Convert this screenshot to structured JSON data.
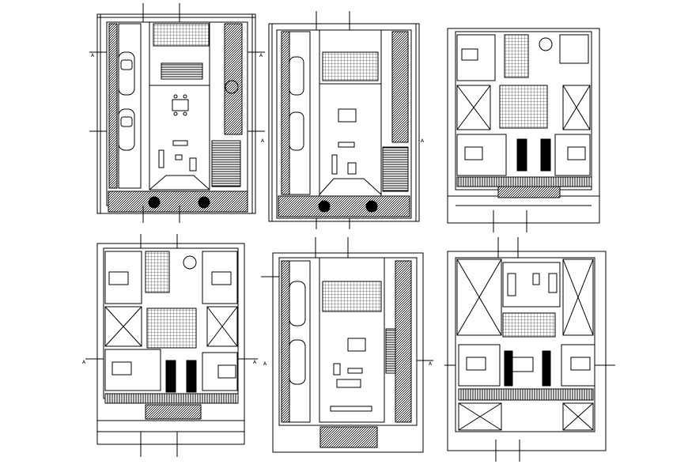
{
  "colors": {
    "background": "#ffffff",
    "line": "#000000"
  },
  "plans": [
    {
      "id": "plan-1",
      "marks": {
        "a_left": "A",
        "a_right": "A"
      }
    },
    {
      "id": "plan-2",
      "marks": {
        "a_left": "A",
        "a_right": "A"
      }
    },
    {
      "id": "plan-3",
      "marks": {}
    },
    {
      "id": "plan-4",
      "marks": {
        "a_left": "A",
        "a_right": "A"
      }
    },
    {
      "id": "plan-5",
      "marks": {
        "a_left": "A",
        "a_right": "A"
      }
    },
    {
      "id": "plan-6",
      "marks": {}
    }
  ]
}
